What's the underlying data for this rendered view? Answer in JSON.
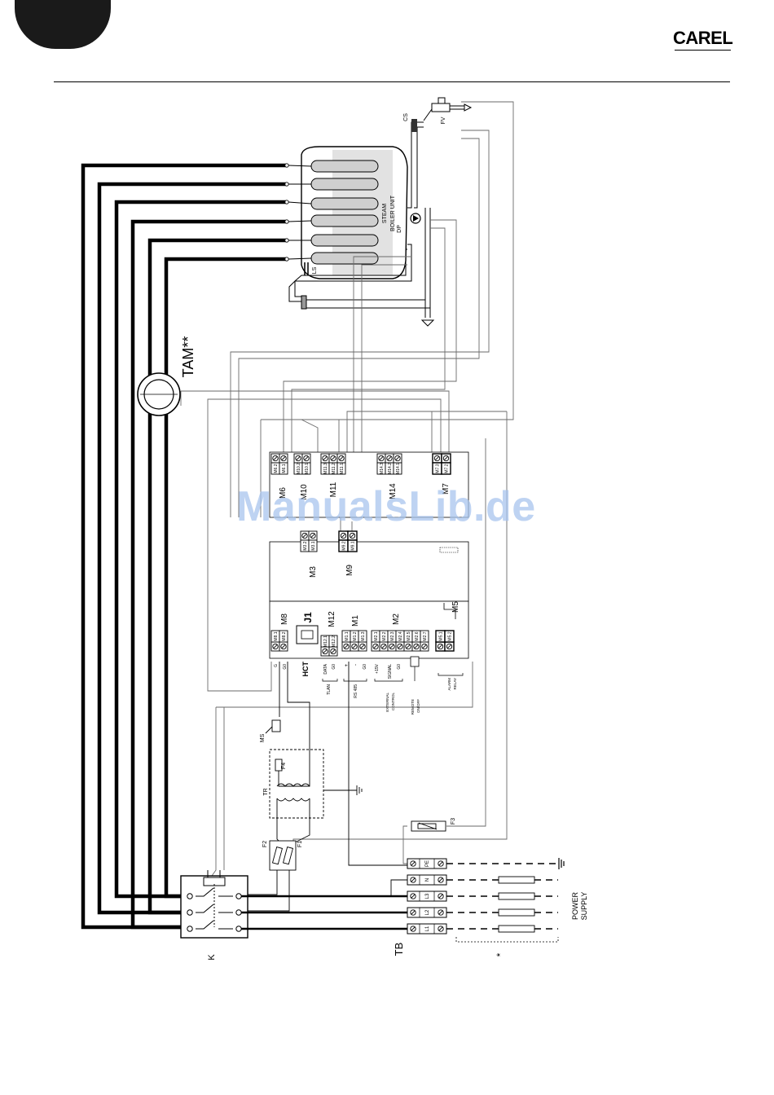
{
  "header": {
    "brand": "CAREL"
  },
  "watermark": "ManualsLib.de",
  "diagram": {
    "boiler": {
      "label_line1": "STEAM",
      "label_line2": "BOILER UNIT",
      "level_sensor": "LS",
      "drain_pump": "DP",
      "conductivity_sensor": "CS",
      "fill_valve": "FV"
    },
    "current_transformer": "TAM**",
    "connectors_top": [
      "M6",
      "M10",
      "M11",
      "M14",
      "M7"
    ],
    "pins_top": [
      [
        "M6.2",
        "M6.1"
      ],
      [
        "M10.2",
        "M10.1"
      ],
      [
        "M11.3",
        "M11.2",
        "M11.1"
      ],
      [
        "M14.3",
        "M14.2",
        "M14.1"
      ],
      [
        "M7.3",
        "M7.2"
      ]
    ],
    "connectors_mid": [
      "M3",
      "M9"
    ],
    "pins_mid": [
      [
        "M3.2",
        "M3.1"
      ],
      [
        "M9.2",
        "M9.1"
      ]
    ],
    "connectors_bottom": [
      "M8",
      "J1",
      "M12",
      "M1",
      "M2",
      "M5"
    ],
    "pins_bottom": {
      "m8": [
        "M8.1",
        "M8.2"
      ],
      "m12": [
        "M12.1",
        "M12.2"
      ],
      "m1": [
        "M1.1",
        "M1.2",
        "M1.3"
      ],
      "m2": [
        "M2.1",
        "M2.2",
        "M2.3",
        "M2.4",
        "M2.5",
        "M2.6",
        "M2.7"
      ],
      "m5": [
        "M5.1",
        "M5.2"
      ]
    },
    "terminal_signals": {
      "m8": [
        "G",
        "G0"
      ],
      "m12": [
        "DATA",
        "G0"
      ],
      "m1": [
        "+",
        "-",
        "G0"
      ],
      "m2": [
        "+15V",
        "SIGNAL",
        "G0"
      ]
    },
    "group_labels": {
      "hct": "HCT",
      "tlan": "TLAN",
      "rs485": "RS 485",
      "external_control": [
        "EXTERNAL",
        "CONTROL"
      ],
      "remote_onoff": [
        "REMOTE",
        "ON/OFF"
      ],
      "alarm_relay": [
        "ALARM",
        "RELAY"
      ]
    },
    "components": {
      "ms": "MS",
      "f4": "F4",
      "tr": "TR",
      "f2": "F2",
      "f1": "F1",
      "f3": "F3",
      "contactor": "K",
      "terminal_block": "TB"
    },
    "tb_terminals": [
      "PE",
      "N",
      "L3",
      "L2",
      "L1"
    ],
    "power_supply": [
      "POWER",
      "SUPPLY"
    ],
    "asterisk": "*"
  }
}
